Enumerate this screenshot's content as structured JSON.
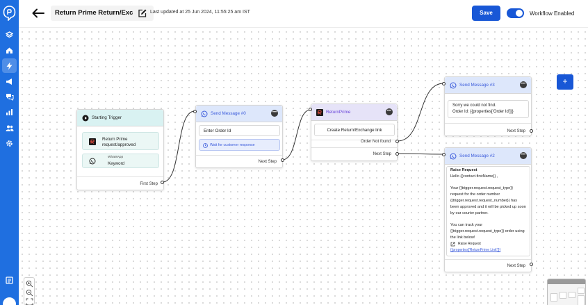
{
  "header": {
    "title": "Return Prime Return/Exc",
    "last_updated": "Last updated at 25 Jun 2024, 11:55:25 am IST",
    "save_label": "Save",
    "workflow_label": "Workflow Enabled",
    "workflow_enabled": true
  },
  "sidebar": {
    "items": [
      "integrations-icon",
      "home-icon",
      "workflow-icon",
      "campaigns-icon",
      "chat-icon",
      "analytics-icon",
      "contacts-icon",
      "settings-icon",
      "docs-icon"
    ],
    "active": "workflow-icon"
  },
  "colors": {
    "primary": "#1857d6",
    "sidebar": "#1f6fe0",
    "trigger_header": "#d9f2f2",
    "message_header": "#dde7fb",
    "returnprime_header": "#e6e3f8"
  },
  "nodes": {
    "trigger": {
      "title": "Starting Trigger",
      "item1": "Return Prime request/approved",
      "item2_small": "WhatsApp",
      "item2": "Keyword",
      "footer": "First Step"
    },
    "msg0": {
      "title": "Send Message #0",
      "field": "Enter Order Id",
      "wait": "Wait for customer response",
      "footer": "Next Step"
    },
    "returnprime": {
      "title": "ReturnPrime",
      "action": "Create Return/Exchange link",
      "out1": "Order Not found",
      "out2": "Next Step"
    },
    "msg3": {
      "title": "Send Message #3",
      "line1": "Sorry we could not find.",
      "line2": "Order Id: {{properties['Order Id']}}",
      "footer": "Next Step"
    },
    "msg2": {
      "title": "Send Message #2",
      "heading": "Raise Request",
      "line1": "Hello {{contact.firstName}} ,",
      "para1": "Your {{trigger.request.request_type}} request for the order number {{trigger.request.request_number}} has been approved and it will be picked up soon by our courier partner.",
      "para2": "You can track your {{trigger.request.request_type}} order using the link below!",
      "button": "Raise Request",
      "link": "{{properties['ReturnPrime Link']}}",
      "footer": "Next Step"
    }
  },
  "controls": {
    "add_label": "+"
  }
}
